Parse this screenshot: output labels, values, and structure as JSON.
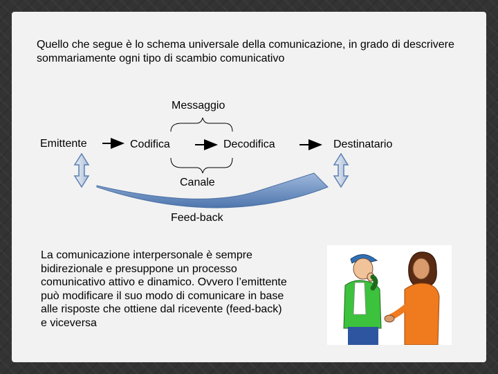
{
  "intro_text": "Quello che segue è lo schema universale della comunicazione, in grado di descrivere sommariamente ogni tipo di scambio comunicativo",
  "diagram": {
    "messaggio": "Messaggio",
    "emittente": "Emittente",
    "codifica": "Codifica",
    "decodifica": "Decodifica",
    "destinatario": "Destinatario",
    "canale": "Canale",
    "feedback": "Feed-back"
  },
  "description_text": "La comunicazione interpersonale è sempre bidirezionale e presuppone un processo comunicativo attivo e dinamico. Ovvero l’emittente può modificare il suo modo di comunicare in base alle risposte che ottiene dal ricevente (feed-back) e viceversa",
  "colors": {
    "background": "#333333",
    "panel": "#f2f2f2",
    "arrow_fill": "#cfd8e6",
    "arrow_stroke": "#5b7fb1",
    "feedback_arrow": "#6f93c4"
  },
  "illustration": {
    "icon": "two-people-talking-icon"
  }
}
